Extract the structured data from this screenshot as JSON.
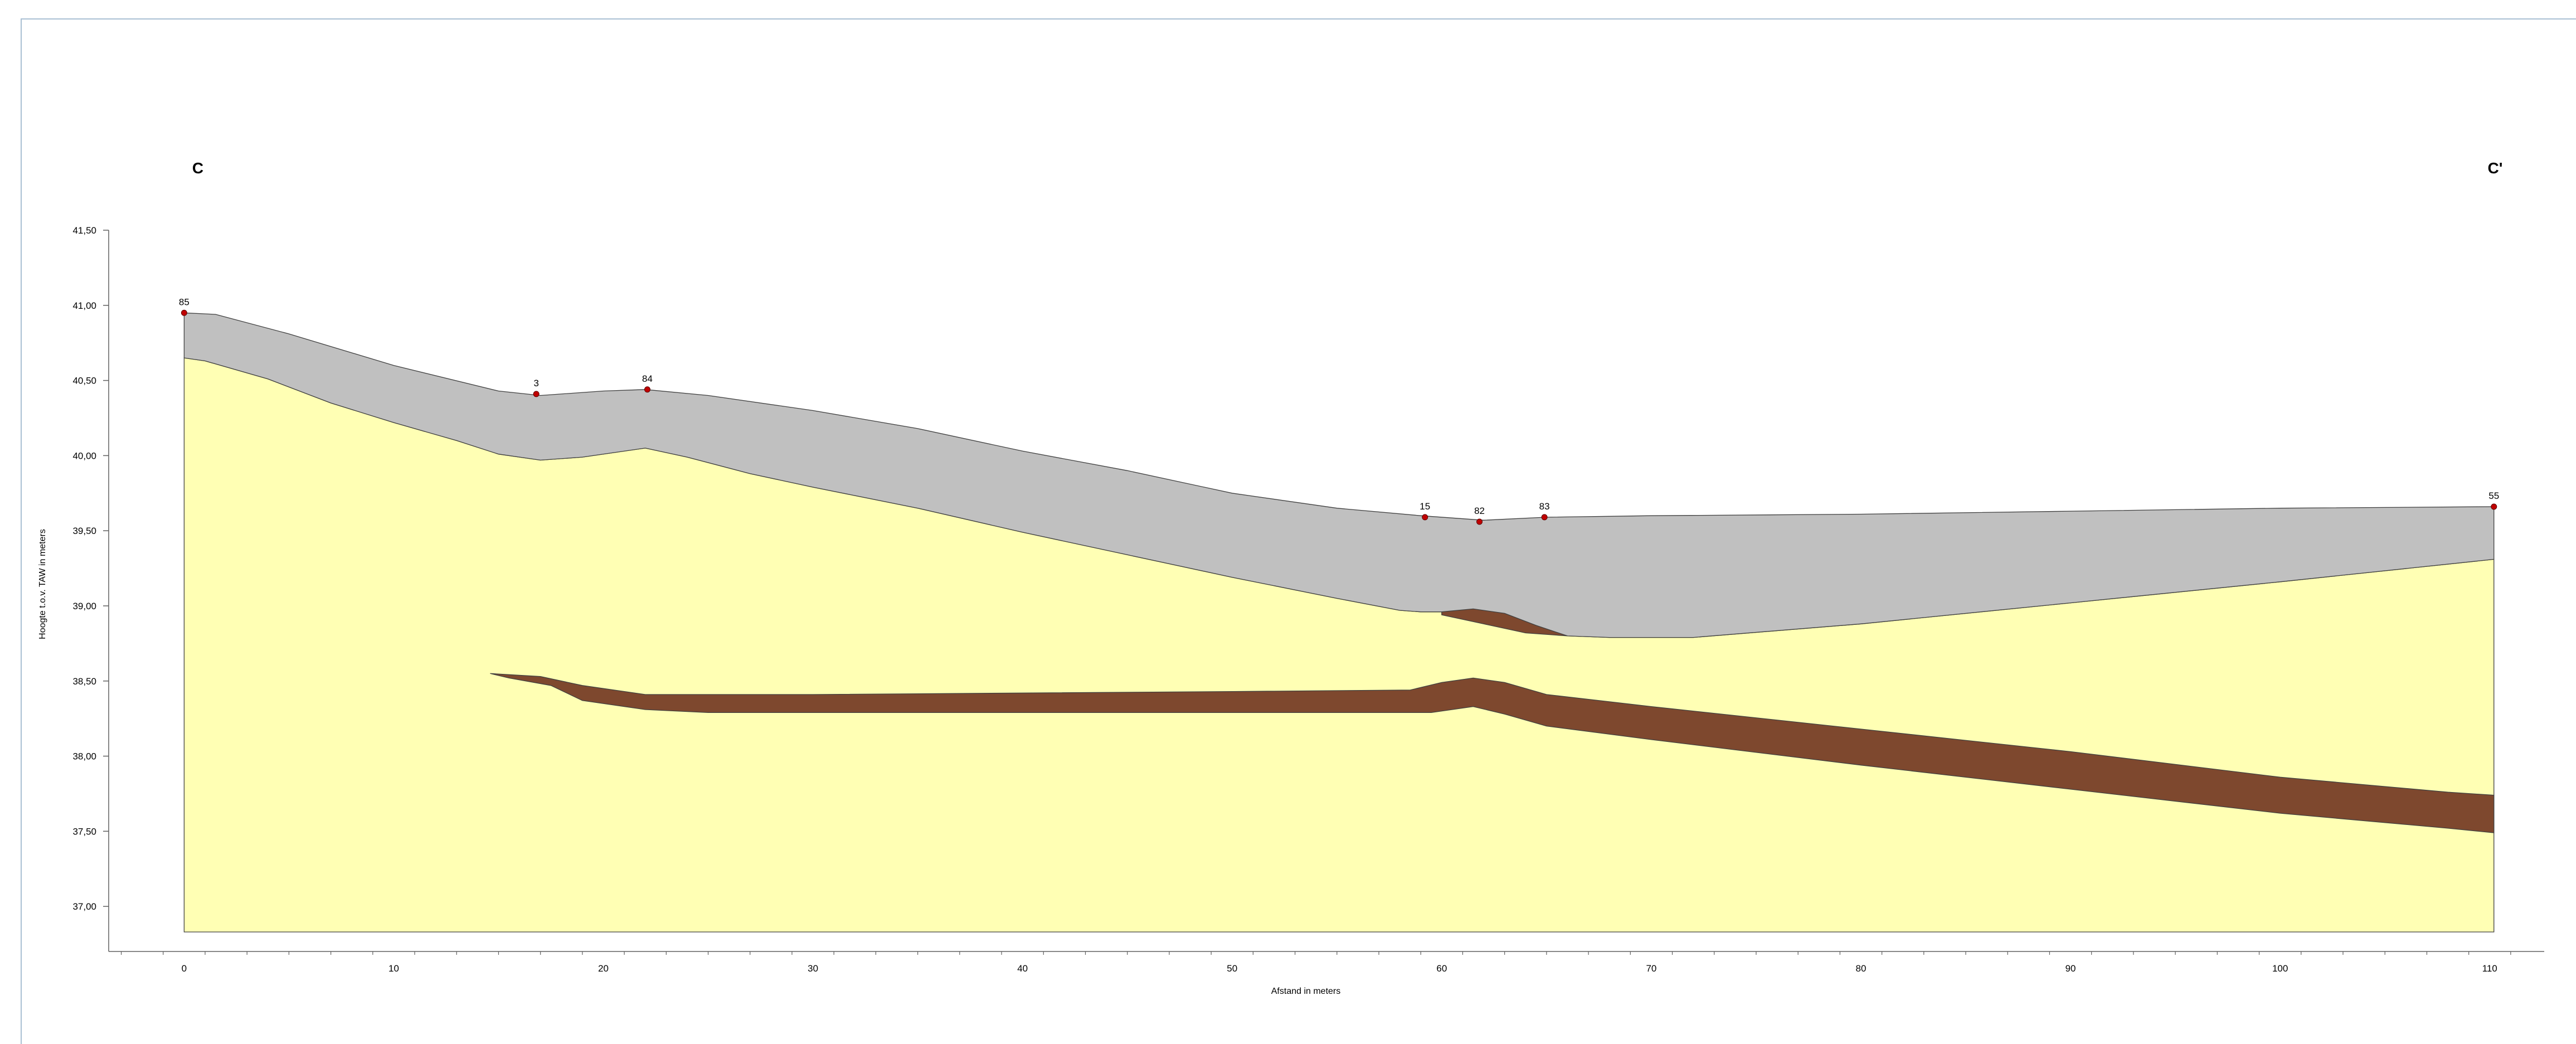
{
  "section": {
    "start_label": "C",
    "end_label": "C'"
  },
  "chart_data": {
    "type": "area",
    "title": "",
    "xlabel": "Afstand in meters",
    "ylabel": "Hoogte t.o.v. TAW in meters",
    "xlim": [
      -3.6,
      112.6
    ],
    "ylim": [
      36.7,
      41.5
    ],
    "x_ticks": [
      0,
      10,
      20,
      30,
      40,
      50,
      60,
      70,
      80,
      90,
      100,
      110
    ],
    "x_tick_labels": [
      "0",
      "10",
      "20",
      "30",
      "40",
      "50",
      "60",
      "70",
      "80",
      "90",
      "100",
      "110"
    ],
    "y_ticks": [
      37.0,
      37.5,
      38.0,
      38.5,
      39.0,
      39.5,
      40.0,
      40.5,
      41.0,
      41.5
    ],
    "y_tick_labels": [
      "37,00",
      "37,50",
      "38,00",
      "38,50",
      "39,00",
      "39,50",
      "40,00",
      "40,50",
      "41,00",
      "41,50"
    ],
    "grid": false,
    "colors": {
      "topsoil": "#c0c0c0",
      "sand": "#ffffb4",
      "clay": "#7e482e",
      "borehole": "#c00000",
      "outline": "#404040"
    },
    "bottom_elevation": 36.83,
    "layers": [
      {
        "kind": "sand",
        "polygon": [
          [
            0,
            36.83
          ],
          [
            0,
            40.65
          ],
          [
            1,
            40.63
          ],
          [
            4,
            40.51
          ],
          [
            7,
            40.35
          ],
          [
            10,
            40.22
          ],
          [
            13,
            40.1
          ],
          [
            15,
            40.01
          ],
          [
            17,
            39.97
          ],
          [
            19,
            39.99
          ],
          [
            22,
            40.05
          ],
          [
            24,
            39.99
          ],
          [
            27,
            39.88
          ],
          [
            30,
            39.79
          ],
          [
            35,
            39.65
          ],
          [
            40,
            39.49
          ],
          [
            45,
            39.34
          ],
          [
            50,
            39.19
          ],
          [
            55,
            39.05
          ],
          [
            58,
            38.97
          ],
          [
            59,
            38.96
          ],
          [
            60,
            38.96
          ],
          [
            62,
            38.92
          ],
          [
            64,
            38.87
          ],
          [
            66,
            38.8
          ],
          [
            68,
            38.79
          ],
          [
            72,
            38.79
          ],
          [
            80,
            38.88
          ],
          [
            90,
            39.02
          ],
          [
            100,
            39.16
          ],
          [
            110.2,
            39.31
          ],
          [
            110.2,
            36.83
          ]
        ]
      },
      {
        "kind": "topsoil",
        "polygon": [
          [
            0,
            40.95
          ],
          [
            1.5,
            40.94
          ],
          [
            5,
            40.81
          ],
          [
            10,
            40.6
          ],
          [
            15,
            40.43
          ],
          [
            17,
            40.4
          ],
          [
            20,
            40.43
          ],
          [
            22,
            40.44
          ],
          [
            25,
            40.4
          ],
          [
            30,
            40.3
          ],
          [
            35,
            40.18
          ],
          [
            40,
            40.03
          ],
          [
            45,
            39.9
          ],
          [
            50,
            39.75
          ],
          [
            55,
            39.65
          ],
          [
            59,
            39.6
          ],
          [
            62,
            39.57
          ],
          [
            65,
            39.59
          ],
          [
            70,
            39.6
          ],
          [
            80,
            39.61
          ],
          [
            90,
            39.63
          ],
          [
            100,
            39.65
          ],
          [
            110.2,
            39.66
          ],
          [
            110.2,
            39.31
          ],
          [
            100,
            39.16
          ],
          [
            90,
            39.02
          ],
          [
            80,
            38.88
          ],
          [
            72,
            38.79
          ],
          [
            68,
            38.79
          ],
          [
            66,
            38.8
          ],
          [
            64,
            38.87
          ],
          [
            62,
            38.92
          ],
          [
            60,
            38.96
          ],
          [
            59,
            38.96
          ],
          [
            58,
            38.97
          ],
          [
            55,
            39.05
          ],
          [
            50,
            39.19
          ],
          [
            45,
            39.34
          ],
          [
            40,
            39.49
          ],
          [
            35,
            39.65
          ],
          [
            30,
            39.79
          ],
          [
            27,
            39.88
          ],
          [
            24,
            39.99
          ],
          [
            22,
            40.05
          ],
          [
            19,
            39.99
          ],
          [
            17,
            39.97
          ],
          [
            15,
            40.01
          ],
          [
            13,
            40.1
          ],
          [
            10,
            40.22
          ],
          [
            7,
            40.35
          ],
          [
            4,
            40.51
          ],
          [
            1,
            40.63
          ],
          [
            0,
            40.65
          ]
        ]
      },
      {
        "kind": "clay",
        "polygon": [
          [
            60,
            38.96
          ],
          [
            61.5,
            38.98
          ],
          [
            63,
            38.95
          ],
          [
            64.5,
            38.87
          ],
          [
            66,
            38.8
          ],
          [
            64,
            38.82
          ],
          [
            62,
            38.88
          ],
          [
            60,
            38.94
          ]
        ]
      },
      {
        "kind": "clay",
        "polygon": [
          [
            14.6,
            38.55
          ],
          [
            17,
            38.53
          ],
          [
            19,
            38.47
          ],
          [
            22,
            38.41
          ],
          [
            30,
            38.41
          ],
          [
            40,
            38.42
          ],
          [
            50,
            38.43
          ],
          [
            58.5,
            38.44
          ],
          [
            60,
            38.49
          ],
          [
            61.5,
            38.52
          ],
          [
            63,
            38.49
          ],
          [
            65,
            38.41
          ],
          [
            70,
            38.33
          ],
          [
            80,
            38.18
          ],
          [
            90,
            38.03
          ],
          [
            100,
            37.86
          ],
          [
            108,
            37.76
          ],
          [
            110.2,
            37.74
          ],
          [
            110.2,
            37.49
          ],
          [
            108,
            37.52
          ],
          [
            100,
            37.62
          ],
          [
            90,
            37.78
          ],
          [
            80,
            37.94
          ],
          [
            70,
            38.11
          ],
          [
            65,
            38.2
          ],
          [
            63,
            38.28
          ],
          [
            61.5,
            38.33
          ],
          [
            60.5,
            38.31
          ],
          [
            59.5,
            38.29
          ],
          [
            58.5,
            38.29
          ],
          [
            50,
            38.29
          ],
          [
            40,
            38.29
          ],
          [
            30,
            38.29
          ],
          [
            25,
            38.29
          ],
          [
            22,
            38.31
          ],
          [
            19,
            38.37
          ],
          [
            17.5,
            38.47
          ],
          [
            15.5,
            38.52
          ]
        ]
      }
    ],
    "boreholes": [
      {
        "name": "85",
        "x": 0,
        "y": 40.95
      },
      {
        "name": "3",
        "x": 16.8,
        "y": 40.41
      },
      {
        "name": "84",
        "x": 22.1,
        "y": 40.44
      },
      {
        "name": "15",
        "x": 59.2,
        "y": 39.59
      },
      {
        "name": "82",
        "x": 61.8,
        "y": 39.56
      },
      {
        "name": "83",
        "x": 64.9,
        "y": 39.59
      },
      {
        "name": "55",
        "x": 110.2,
        "y": 39.66
      }
    ]
  }
}
